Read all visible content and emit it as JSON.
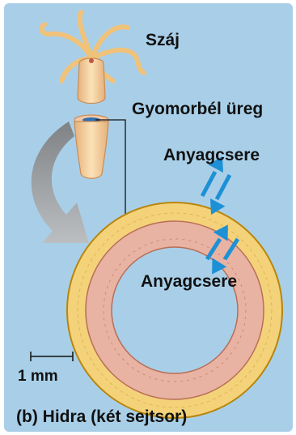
{
  "labels": {
    "mouth": "Száj",
    "gastrovascular_cavity": "Gyomorbél üreg",
    "exchange_top": "Anyagcsere",
    "exchange_bottom": "Anyagcsere",
    "scale": "1 mm",
    "caption": "(b) Hidra (két sejtsor)"
  },
  "colors": {
    "background": "#a9cfe8",
    "outer_cell_layer": "#f4d27a",
    "inner_cell_layer": "#e8b3a2",
    "arrow": "#1e90d6",
    "curved_arrow": "#9a9a9a"
  }
}
